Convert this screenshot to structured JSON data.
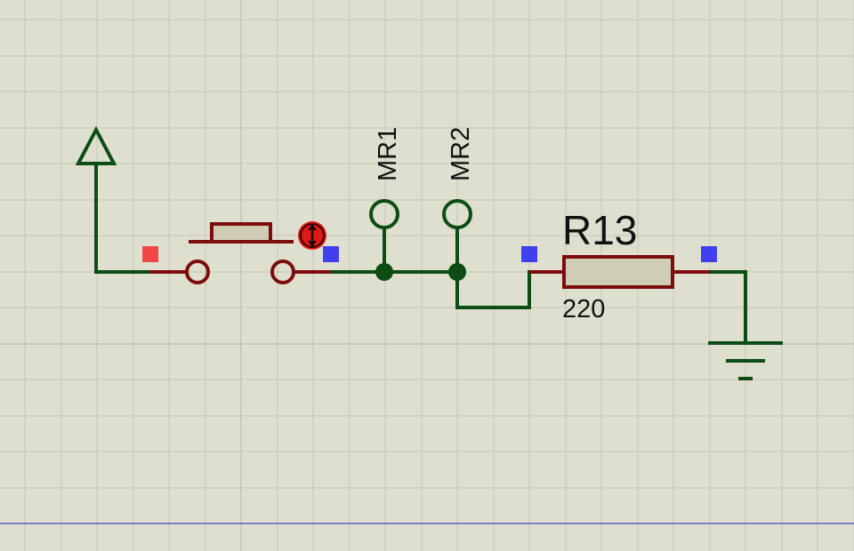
{
  "schematic": {
    "power_terminal": {
      "icon": "power-arrow-icon"
    },
    "ground_terminal": {
      "icon": "ground-icon"
    },
    "push_button": {
      "icon": "push-button-switch-icon",
      "probe_icon": "move-cursor-icon"
    },
    "terminals": [
      {
        "label": "MR1"
      },
      {
        "label": "MR2"
      }
    ],
    "resistor": {
      "ref": "R13",
      "value": "220"
    }
  },
  "colors": {
    "background": "#dfdfd0",
    "grid_minor": "#c7c7b9",
    "grid_major": "#b6b6a8",
    "wire": "#0b4d12",
    "component": "#7d0c0c",
    "component_fill": "#cfcdb6",
    "pin_end_red": "#f04848",
    "pin_end_blue": "#4040ee",
    "sheet_border": "#2020c0"
  }
}
